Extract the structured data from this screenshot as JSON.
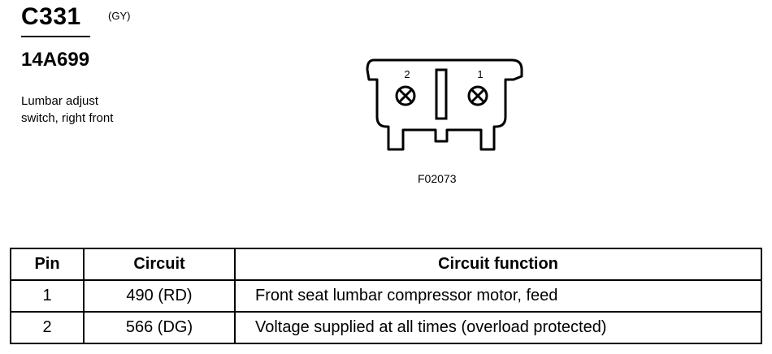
{
  "header": {
    "connector_id": "C331",
    "wire_color": "(GY)",
    "part_number": "14A699",
    "description_lines": [
      "Lumbar adjust",
      "switch, right front"
    ]
  },
  "diagram": {
    "pin_labels": [
      "2",
      "1"
    ],
    "figure_id": "F02073"
  },
  "table": {
    "headers": [
      "Pin",
      "Circuit",
      "Circuit function"
    ],
    "rows": [
      {
        "pin": "1",
        "circuit": "490 (RD)",
        "function": "Front seat lumbar compressor motor, feed"
      },
      {
        "pin": "2",
        "circuit": "566 (DG)",
        "function": "Voltage supplied at all times (overload protected)"
      }
    ]
  }
}
